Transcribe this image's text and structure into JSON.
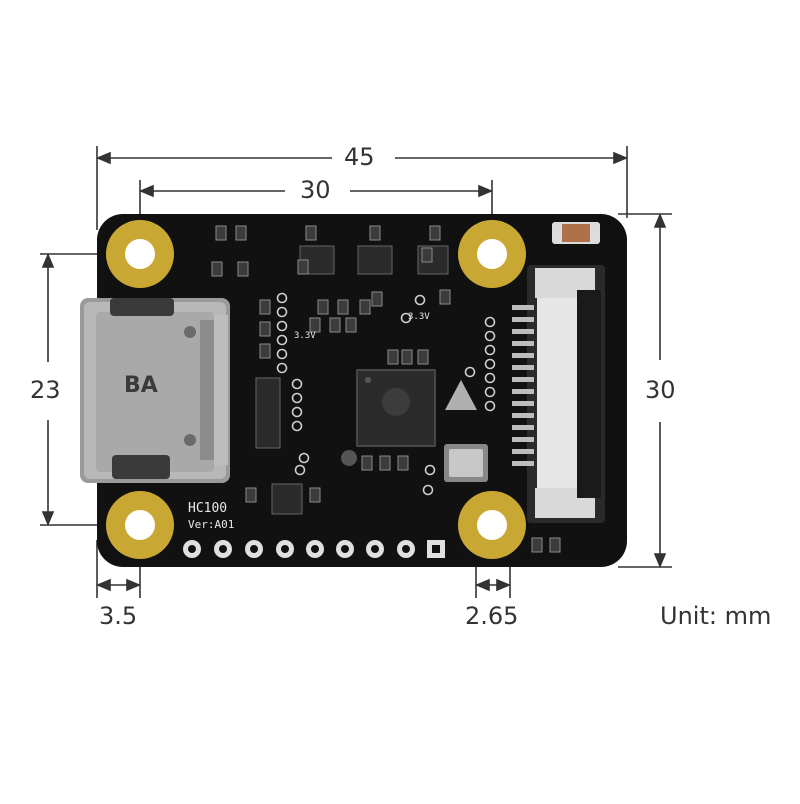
{
  "board": {
    "model": "HC100",
    "version": "Ver:A01",
    "connector_marking": "BA",
    "silk_33v_a": "3.3V",
    "silk_33v_b": "3.3V",
    "pcb_color": "#111111",
    "pad_color": "#c9a733"
  },
  "dimensions": {
    "width_overall": "45",
    "hole_spacing_x": "30",
    "height_overall": "30",
    "hole_spacing_y": "23",
    "hole_edge_offset": "3.5",
    "hole_diameter": "2.65",
    "unit_label": "Unit: mm"
  }
}
